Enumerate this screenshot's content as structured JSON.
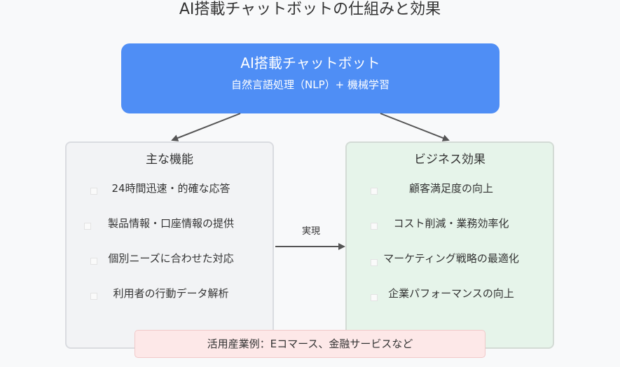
{
  "title": "AI搭載チャットボットの仕組みと効果",
  "top": {
    "title": "AI搭載チャットボット",
    "subtitle": "自然言語処理（NLP）+ 機械学習"
  },
  "left": {
    "title": "主な機能",
    "items": [
      "24時間迅速・的確な応答",
      "製品情報・口座情報の提供",
      "個別ニーズに合わせた対応",
      "利用者の行動データ解析"
    ]
  },
  "right": {
    "title": "ビジネス効果",
    "items": [
      "顧客満足度の向上",
      "コスト削減・業務効率化",
      "マーケティング戦略の最適化",
      "企業パフォーマンスの向上"
    ]
  },
  "link_label": "実現",
  "footer": "活用産業例：Eコマース、金融サービスなど",
  "colors": {
    "top_box": "#4f8ef5",
    "left_panel": "#f2f3f5",
    "right_panel": "#e6f4ea",
    "footer": "#fde8e8",
    "arrow": "#555555"
  }
}
